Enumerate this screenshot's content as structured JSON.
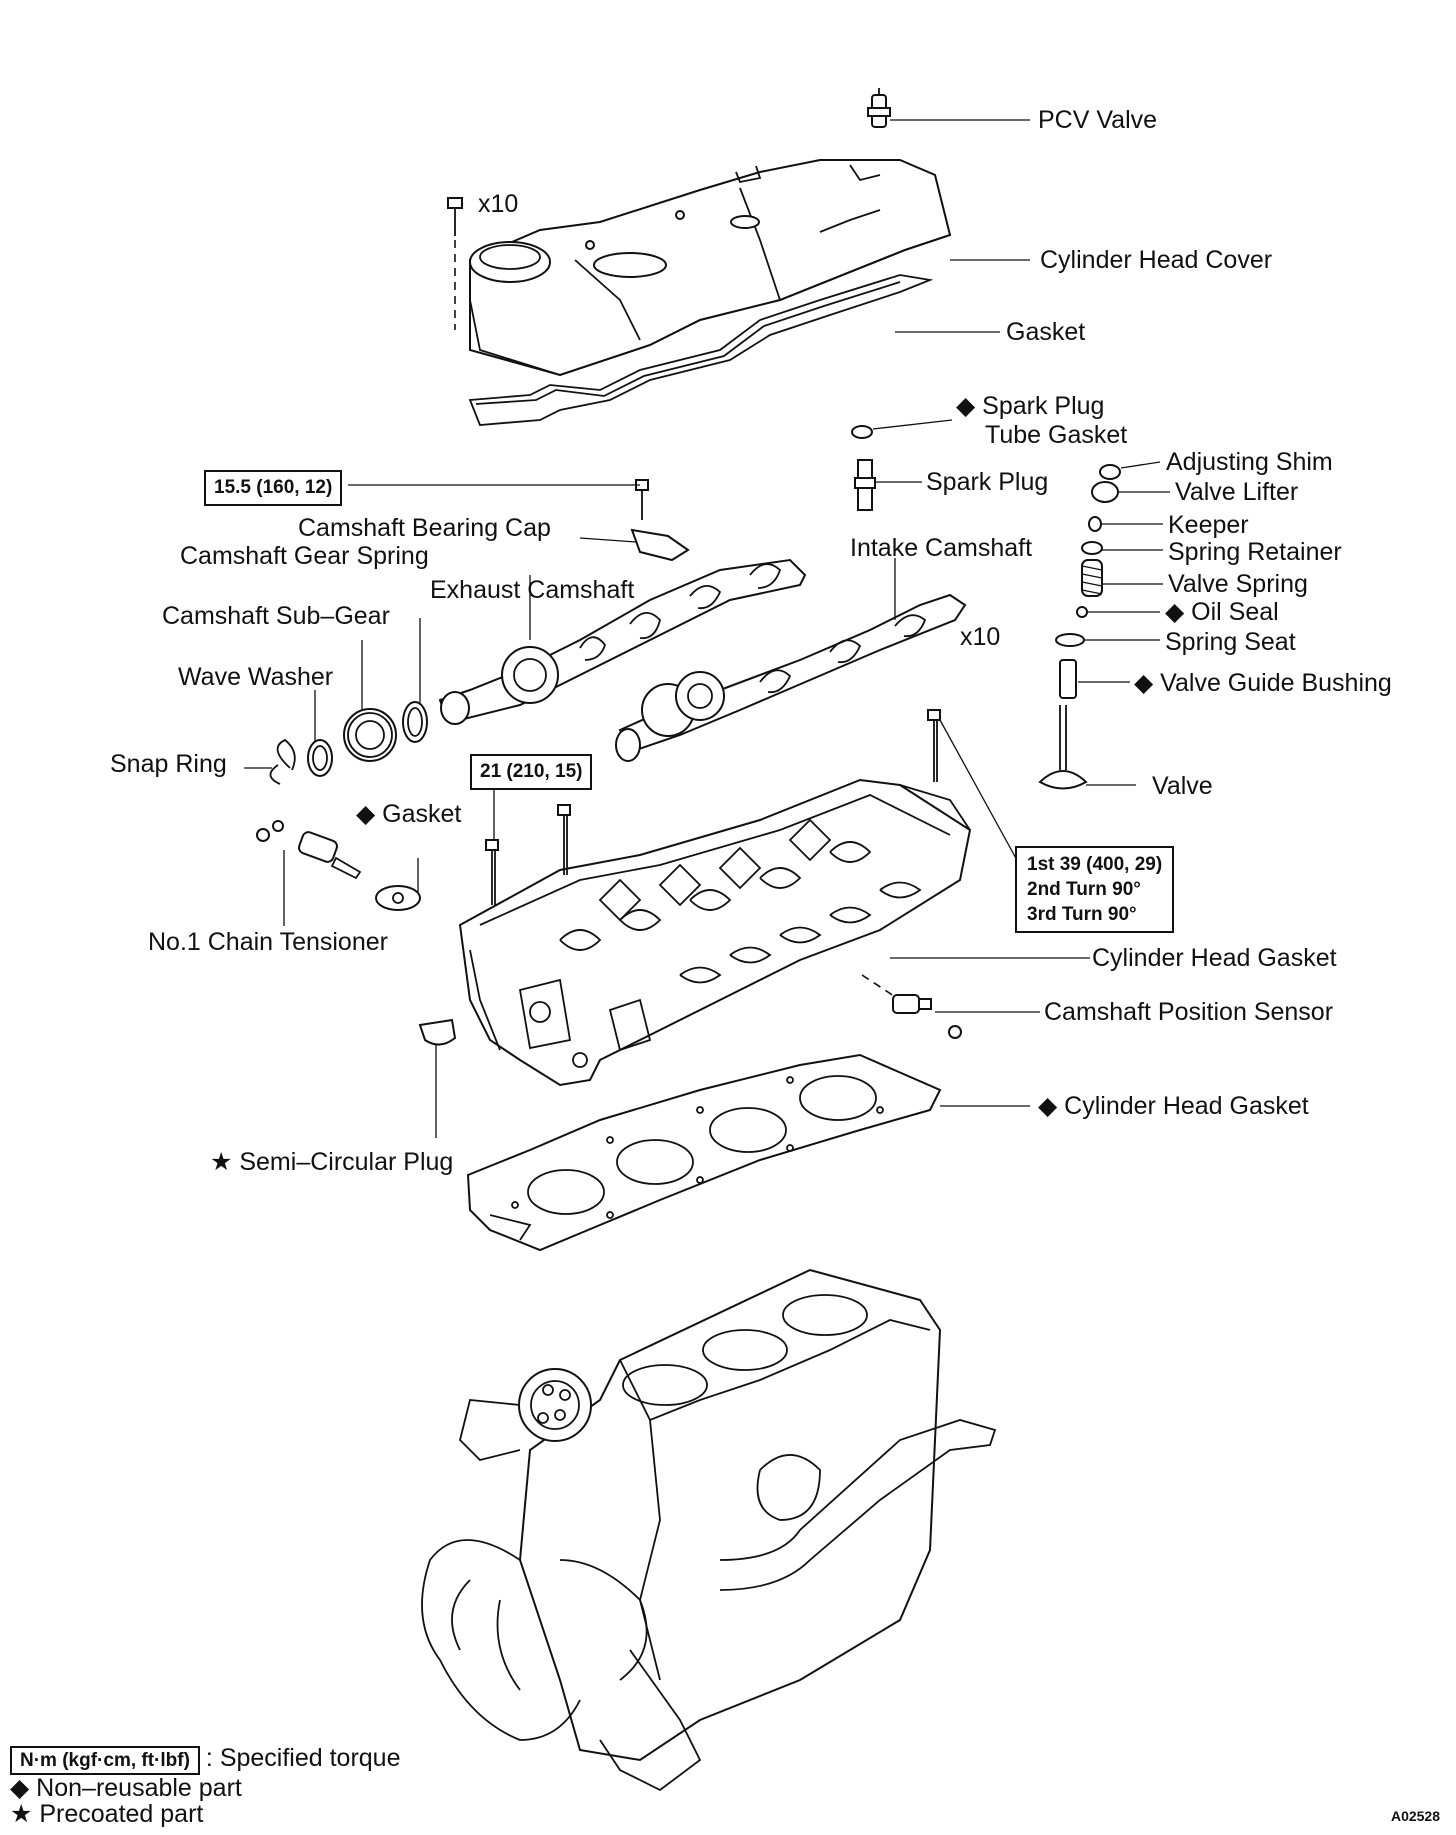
{
  "diagram": {
    "labels": {
      "pcv_valve": "PCV Valve",
      "x10_cover": "x10",
      "cylinder_head_cover": "Cylinder Head Cover",
      "gasket_cover": "Gasket",
      "spark_plug_tube_gasket_1": "◆ Spark Plug",
      "spark_plug_tube_gasket_2": "Tube Gasket",
      "spark_plug": "Spark Plug",
      "adjusting_shim": "Adjusting Shim",
      "valve_lifter": "Valve Lifter",
      "keeper": "Keeper",
      "spring_retainer": "Spring Retainer",
      "valve_spring": "Valve Spring",
      "oil_seal": "◆ Oil Seal",
      "spring_seat": "Spring Seat",
      "valve_guide_bushing": "◆ Valve Guide Bushing",
      "valve": "Valve",
      "camshaft_bearing_cap": "Camshaft Bearing Cap",
      "camshaft_gear_spring": "Camshaft Gear Spring",
      "exhaust_camshaft": "Exhaust Camshaft",
      "intake_camshaft": "Intake Camshaft",
      "x10_camshaft": "x10",
      "camshaft_sub_gear": "Camshaft Sub–Gear",
      "wave_washer": "Wave Washer",
      "snap_ring": "Snap Ring",
      "gasket_tensioner": "◆ Gasket",
      "no1_chain_tensioner": "No.1 Chain Tensioner",
      "cylinder_head_gasket_upper": "Cylinder Head Gasket",
      "camshaft_position_sensor": "Camshaft Position Sensor",
      "cylinder_head_gasket_lower": "◆ Cylinder Head Gasket",
      "semi_circular_plug": "★ Semi–Circular Plug"
    },
    "torque_boxes": {
      "bearing_cap": "15.5 (160, 12)",
      "head_bolt": "21 (210, 15)",
      "head_bolt_main_1": "1st 39 (400, 29)",
      "head_bolt_main_2": "2nd Turn 90°",
      "head_bolt_main_3": "3rd Turn 90°"
    },
    "legend": {
      "torque_unit": "N·m (kgf·cm, ft·lbf)",
      "torque_text": ": Specified torque",
      "non_reusable": "◆ Non–reusable part",
      "precoated": "★ Precoated part"
    },
    "figure_code": "A02528"
  }
}
